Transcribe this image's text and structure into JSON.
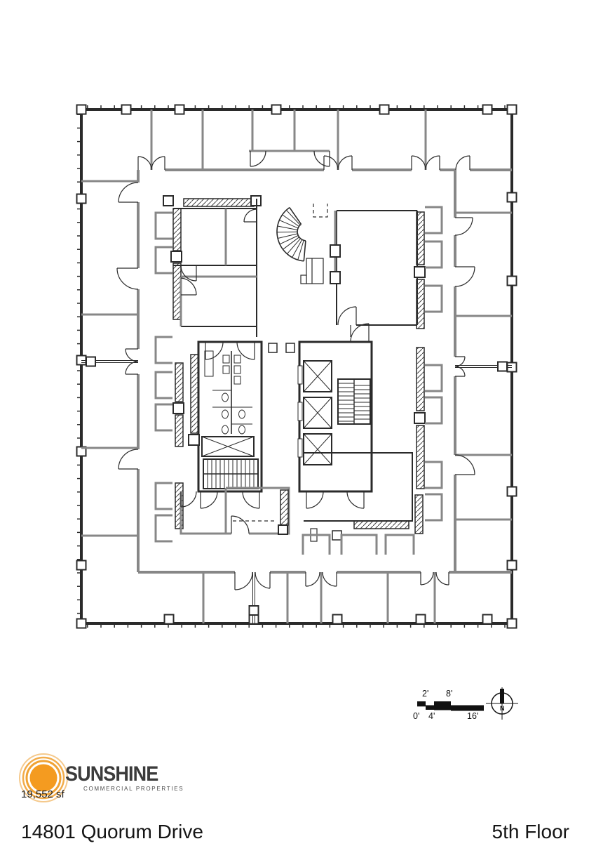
{
  "document": {
    "type": "commercial floor plan sheet",
    "background": "#ffffff"
  },
  "plan": {
    "drawing_description": "square office floor plate with perimeter offices, ring corridor, central core with three elevators, two straight stairs, one curved stair and restrooms",
    "colors": {
      "exterior_wall": "#2a2a2a",
      "interior_partition": "#878787",
      "hatch_line": "#444444"
    }
  },
  "scale_bar": {
    "top_labels": [
      "2'",
      "8'"
    ],
    "bottom_labels": [
      "0'",
      "4'",
      "16'"
    ]
  },
  "north_indicator": {
    "label": "N"
  },
  "logo": {
    "name": "SUNSHINE",
    "tagline": "COMMERCIAL PROPERTIES",
    "sun_color": "#F49B20",
    "ring_color": "#F2AC4A"
  },
  "meta": {
    "area": "19,552 sf"
  },
  "footer": {
    "address": "14801 Quorum Drive",
    "floor": "5th Floor"
  }
}
